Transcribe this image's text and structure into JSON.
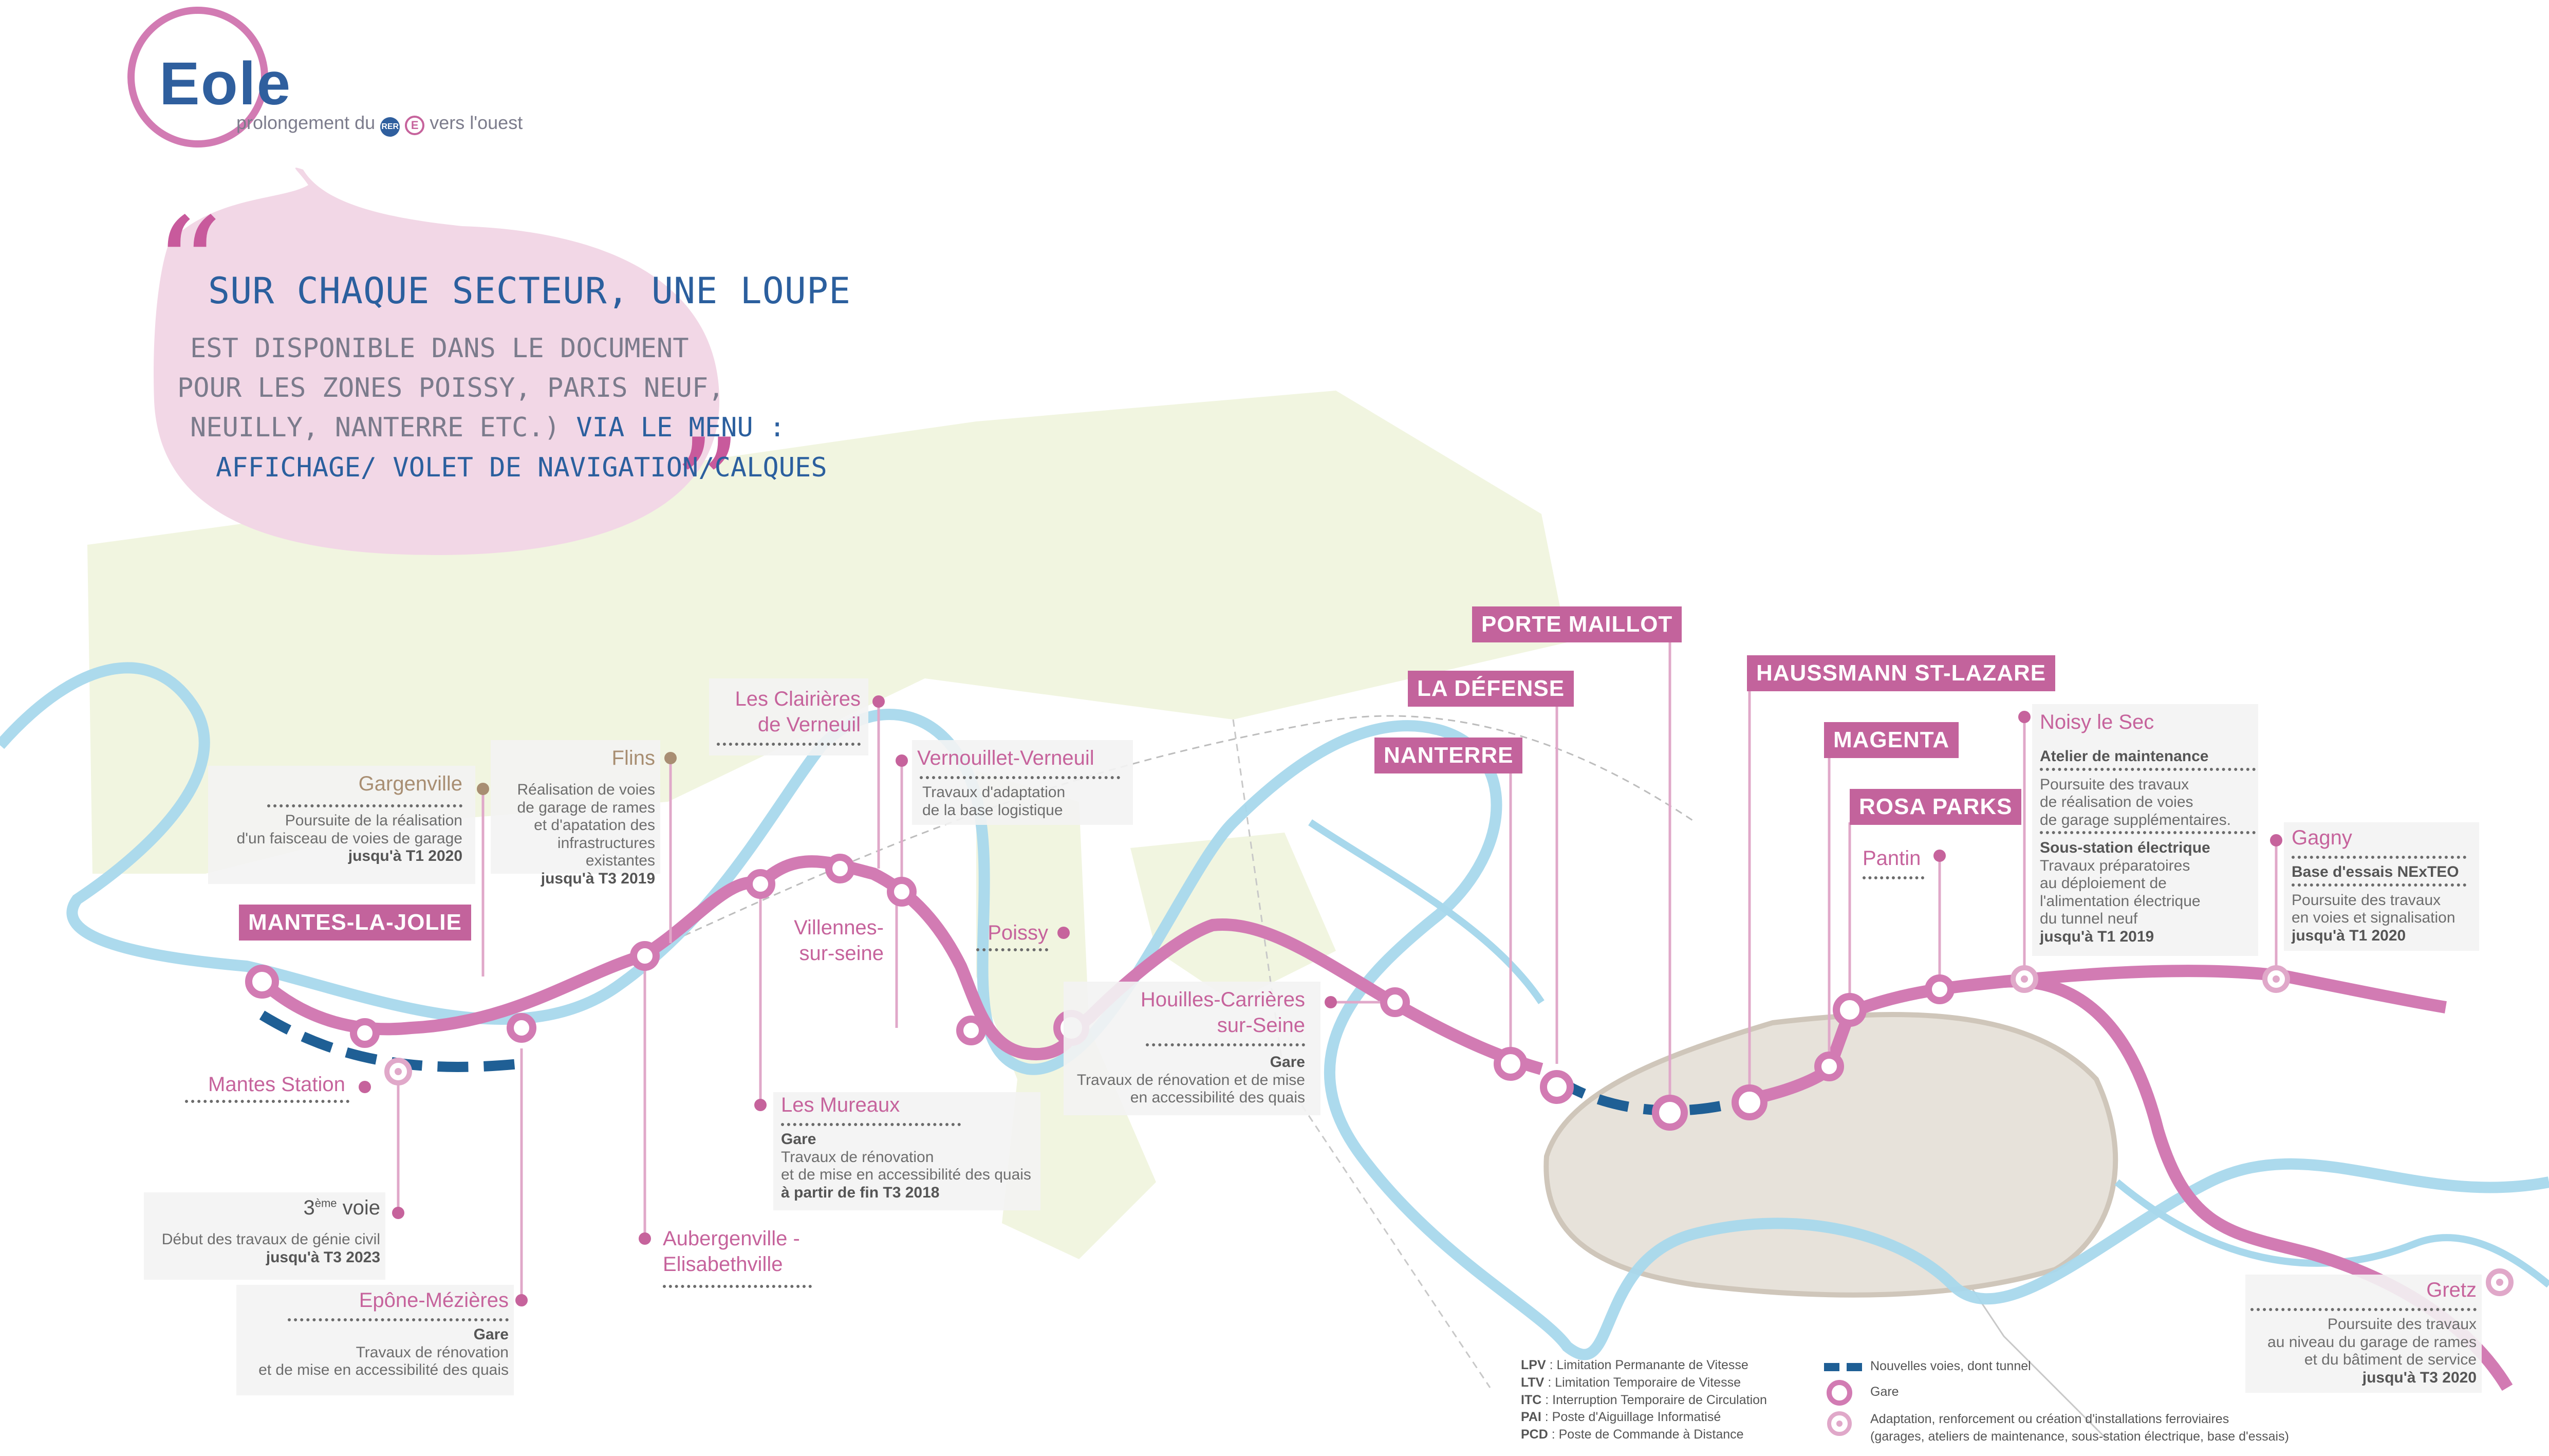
{
  "logo": {
    "title": "Eole",
    "subtitle": "prolongement du",
    "subtitle_end": "vers l'ouest",
    "badge_rer": "RER",
    "badge_e": "E"
  },
  "quote": {
    "title": "Sur chaque secteur, une loupe",
    "lines": [
      "est disponible dans le document",
      "pour les zones Poissy, Paris Neuf,",
      "Neuilly, Nanterre etc.)",
      "via le menu :",
      "Affichage/ Volet de navigation/calques"
    ]
  },
  "tags": {
    "mantes": "MANTES-LA-JOLIE",
    "nanterre": "NANTERRE",
    "ladefense": "LA DÉFENSE",
    "porte_maillot": "PORTE MAILLOT",
    "haussmann": "HAUSSMANN ST-LAZARE",
    "magenta": "MAGENTA",
    "rosa_parks": "ROSA PARKS"
  },
  "stations": {
    "gargenville": {
      "name": "Gargenville",
      "note": [
        "Poursuite de la réalisation",
        "d'un faisceau de voies de garage"
      ],
      "date": "jusqu'à T1 2020"
    },
    "flins": {
      "name": "Flins",
      "note": [
        "Réalisation de voies",
        "de garage de rames",
        "et d'apatation des",
        "infrastructures existantes"
      ],
      "date": "jusqu'à T3 2019"
    },
    "clairieres": {
      "name1": "Les Clairières",
      "name2": "de Verneuil"
    },
    "vernouillet": {
      "name": "Vernouillet-Verneuil",
      "note": [
        "Travaux d'adaptation",
        "de la base logistique"
      ]
    },
    "villennes": {
      "name1": "Villennes-",
      "name2": "sur-seine"
    },
    "poissy": {
      "name": "Poissy"
    },
    "houilles": {
      "name1": "Houilles-Carrières",
      "name2": "sur-Seine",
      "gare": "Gare",
      "note": [
        "Travaux de rénovation et de mise",
        "en accessibilité des quais"
      ]
    },
    "mantes_station": {
      "name": "Mantes Station"
    },
    "troisieme_voie": {
      "name": "3",
      "sup": "ème",
      "name_end": " voie",
      "note": "Début des travaux de génie civil",
      "date": "jusqu'à T3 2023"
    },
    "epone": {
      "name": "Epône-Mézières",
      "gare": "Gare",
      "note": [
        "Travaux de rénovation",
        "et de mise en accessibilité des quais"
      ]
    },
    "aubergenville": {
      "name1": "Aubergenville -",
      "name2": "Elisabethville"
    },
    "mureaux": {
      "name": "Les Mureaux",
      "gare": "Gare",
      "note": [
        "Travaux de rénovation",
        "et de mise en accessibilité des quais"
      ],
      "date": "à partir de fin T3 2018"
    },
    "pantin": {
      "name": "Pantin"
    },
    "noisy": {
      "name": "Noisy le Sec",
      "sub1": "Atelier de maintenance",
      "note1": [
        "Poursuite des travaux",
        "de réalisation de voies",
        "de garage supplémentaires."
      ],
      "sub2": "Sous-station électrique",
      "note2": [
        "Travaux préparatoires",
        "au déploiement de",
        "l'alimentation électrique",
        "du tunnel neuf"
      ],
      "date": "jusqu'à T1 2019"
    },
    "gagny": {
      "name": "Gagny",
      "sub": "Base d'essais NExTEO",
      "note": [
        "Poursuite des travaux",
        "en voies et signalisation"
      ],
      "date": "jusqu'à T1 2020"
    },
    "gretz": {
      "name": "Gretz",
      "note": [
        "Poursuite des travaux",
        "au niveau du garage de rames",
        "et du bâtiment de service"
      ],
      "date": "jusqu'à T3 2020"
    }
  },
  "legend": {
    "abbr": [
      {
        "k": "LPV",
        "v": " : Limitation Permanante de Vitesse"
      },
      {
        "k": "LTV",
        "v": " : Limitation Temporaire de Vitesse"
      },
      {
        "k": "ITC",
        "v": " : Interruption Temporaire de Circulation"
      },
      {
        "k": "PAI",
        "v": " : Poste d'Aiguillage Informatisé"
      },
      {
        "k": "PCD",
        "v": " : Poste de Commande à Distance"
      }
    ],
    "new_track": "Nouvelles voies, dont tunnel",
    "gare": "Gare",
    "adaptation": "Adaptation, renforcement ou création d'installations ferroviaires",
    "adaptation_sub": "(garages, ateliers de maintenance, sous-station électrique, base d'essais)"
  },
  "colors": {
    "line": "#d27bb3",
    "tag": "#c3639c",
    "new_track": "#1f5f95",
    "river": "#a8d8ec",
    "green": "#eef3d8",
    "paris": "#e7e2da"
  }
}
